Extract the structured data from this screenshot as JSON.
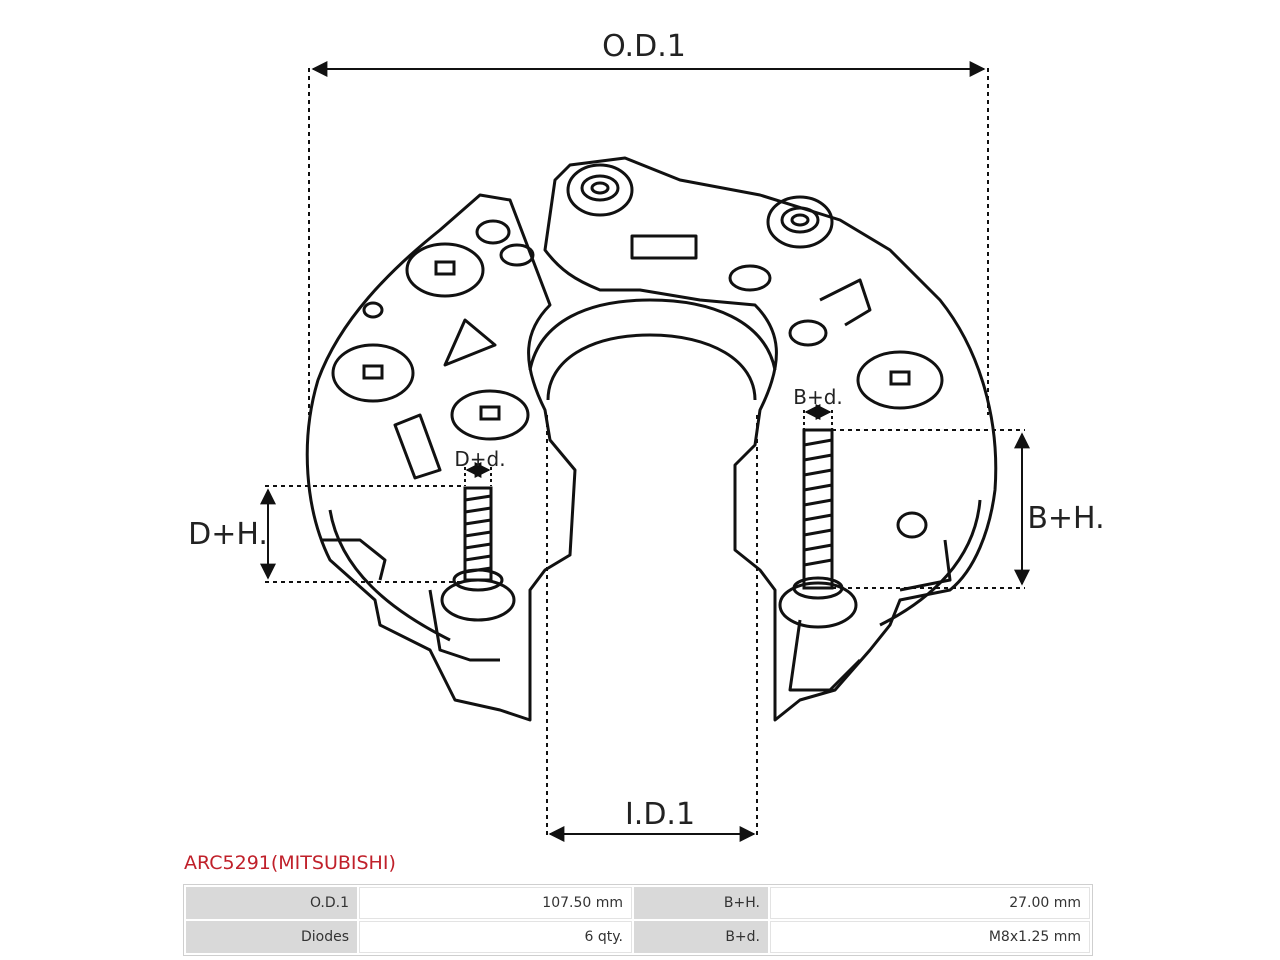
{
  "diagram": {
    "labels": {
      "od1": "O.D.1",
      "id1": "I.D.1",
      "dh": "D+H.",
      "dd": "D+d.",
      "bh": "B+H.",
      "bd": "B+d."
    }
  },
  "part": {
    "title": "ARC5291(MITSUBISHI)"
  },
  "specs": {
    "rows": [
      {
        "label1": "O.D.1",
        "value1": "107.50 mm",
        "label2": "B+H.",
        "value2": "27.00 mm"
      },
      {
        "label1": "Diodes",
        "value1": "6 qty.",
        "label2": "B+d.",
        "value2": "M8x1.25 mm"
      }
    ]
  },
  "colors": {
    "accent": "#c0202a",
    "line": "#111111",
    "cell_label_bg": "#d9d9d9"
  }
}
